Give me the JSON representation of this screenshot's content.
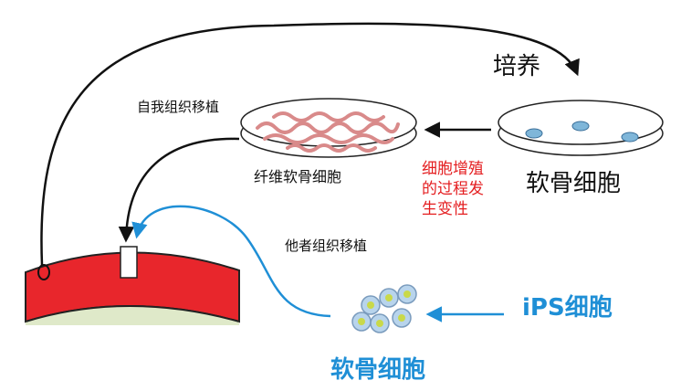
{
  "labels": {
    "culture": "培养",
    "autologous": "自我组织移植",
    "fibrocartilage": "纤维软骨细胞",
    "dedifferentiation": "细胞增殖的过程发生变性",
    "chondrocytes": "软骨细胞",
    "allogeneic": "他者组织移植",
    "ips": "iPS细胞",
    "ips_chondrocytes": "软骨细胞"
  },
  "colors": {
    "black_arrow": "#111111",
    "blue_arrow": "#1f8fd6",
    "red_text": "#e41e20",
    "cartilage_red": "#e8262c",
    "bone_green": "#dfe9c9",
    "fibro_cells": "#d98a8a",
    "dish_cells": "#7fb6d9",
    "ips_cells": "#b8d4ec"
  },
  "icons": {
    "dish_right": "petri-dish-icon",
    "dish_middle": "petri-dish-icon",
    "cell_cluster": "cell-cluster-icon",
    "knee_cartilage": "cartilage-section-icon"
  }
}
